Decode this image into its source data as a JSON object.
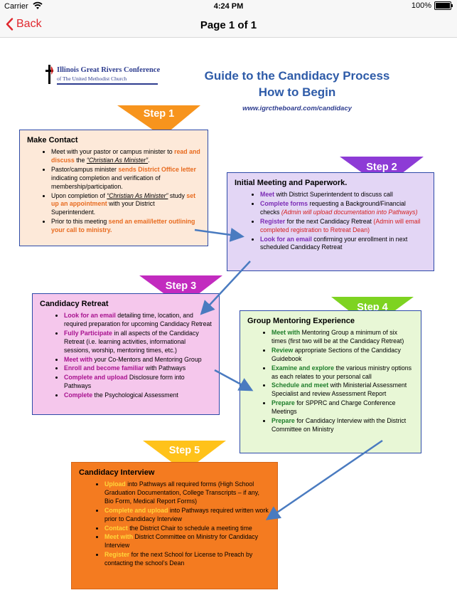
{
  "status": {
    "carrier": "Carrier",
    "time": "4:24 PM",
    "battery": "100%"
  },
  "nav": {
    "back_label": "Back",
    "title": "Page 1 of 1"
  },
  "logo": {
    "line1": "Illinois Great Rivers Conference",
    "line2": "of The United Methodist Church"
  },
  "guide": {
    "title_line1": "Guide to the Candidacy Process",
    "title_line2": "How to Begin",
    "url": "www.igrctheboard.com/candidacy"
  },
  "steps": {
    "s1": "Step 1",
    "s2": "Step 2",
    "s3": "Step 3",
    "s4": "Step 4",
    "s5": "Step 5"
  },
  "box1": {
    "heading": "Make Contact",
    "b1a": "Meet with your pastor or campus minister to ",
    "b1h": "read and discuss",
    "b1b": " the ",
    "b1u": "“Christian As Minister”",
    "b1c": ".",
    "b2a": "Pastor/campus minister ",
    "b2h": "sends District Office letter",
    "b2b": " indicating completion and verification of membership/participation.",
    "b3a": "Upon completion of ",
    "b3u": "“Christian As Minister”",
    "b3b": " study ",
    "b3h": "set up an appointment",
    "b3c": " with your District Superintendent.",
    "b4a": "Prior to this meeting ",
    "b4h": "send an email/letter outlining your call to ministry."
  },
  "box2": {
    "heading": "Initial Meeting and Paperwork.",
    "b1h": "Meet",
    "b1b": " with District Superintendent to discuss call",
    "b2h": "Complete forms",
    "b2b": " requesting a Background/Financial checks ",
    "b2r": "(Admin will upload documentation into Pathways)",
    "b3h": "Register",
    "b3b": " for the next Candidacy Retreat ",
    "b3r": "(Admin will email completed registration to Retreat Dean)",
    "b4h": "Look for an email",
    "b4b": " confirming your enrollment in next scheduled Candidacy Retreat"
  },
  "box3": {
    "heading": "Candidacy Retreat",
    "b1h": "Look for an email",
    "b1b": " detailing time, location, and required preparation for upcoming Candidacy Retreat",
    "b2h": "Fully Participate",
    "b2b": " in all aspects of the Candidacy Retreat (i.e. learning activities, informational sessions, worship, mentoring times, etc.)",
    "b3h": "Meet with",
    "b3b": " your Co-Mentors and Mentoring Group",
    "b4h": "Enroll and become familiar",
    "b4b": " with Pathways",
    "b5h": "Complete and upload",
    "b5b": " Disclosure form into Pathways",
    "b6h": "Complete",
    "b6b": " the Psychological Assessment"
  },
  "box4": {
    "heading": "Group Mentoring Experience",
    "b1h": "Meet with",
    "b1b": " Mentoring Group a minimum of six times (first two will be at the Candidacy Retreat)",
    "b2h": "Review",
    "b2b": " appropriate Sections of the Candidacy Guidebook",
    "b3h": "Examine and explore",
    "b3b": " the various ministry options as each relates to your personal call",
    "b4h": "Schedule and meet",
    "b4b": " with Ministerial Assessment Specialist and review Assessment Report",
    "b5h": "Prepare",
    "b5b": " for SPPRC and Charge Conference Meetings",
    "b6h": "Prepare",
    "b6b": " for Candidacy Interview with the District Committee on Ministry"
  },
  "box5": {
    "heading": "Candidacy Interview",
    "b1h": "Upload",
    "b1b": " into Pathways all required forms (High School Graduation Documentation, College Transcripts – if any, Bio Form, Medical Report Forms)",
    "b2h": "Complete and upload",
    "b2b": " into Pathways required written work prior to Candidacy Interview",
    "b3h": "Contact",
    "b3b": " the District Chair to schedule a meeting time",
    "b4h": "Meet with",
    "b4b": " District Committee on Ministry for Candidacy Interview",
    "b5h": "Register",
    "b5b": " for the next School for License to Preach by contacting the school’s Dean"
  },
  "colors": {
    "step1": "#f7941d",
    "step2": "#8d3bd6",
    "step3": "#c22bbf",
    "step4": "#7ed321",
    "step5": "#ffc21a",
    "box1_bg": "#fde9d9",
    "box2_bg": "#e3d6f5",
    "box3_bg": "#f5c7ec",
    "box4_bg": "#e8f7d6",
    "box5_bg": "#f47b20",
    "border_blue": "#2d4aa8",
    "arrow": "#4a7bc0",
    "back": "#e0272d"
  }
}
